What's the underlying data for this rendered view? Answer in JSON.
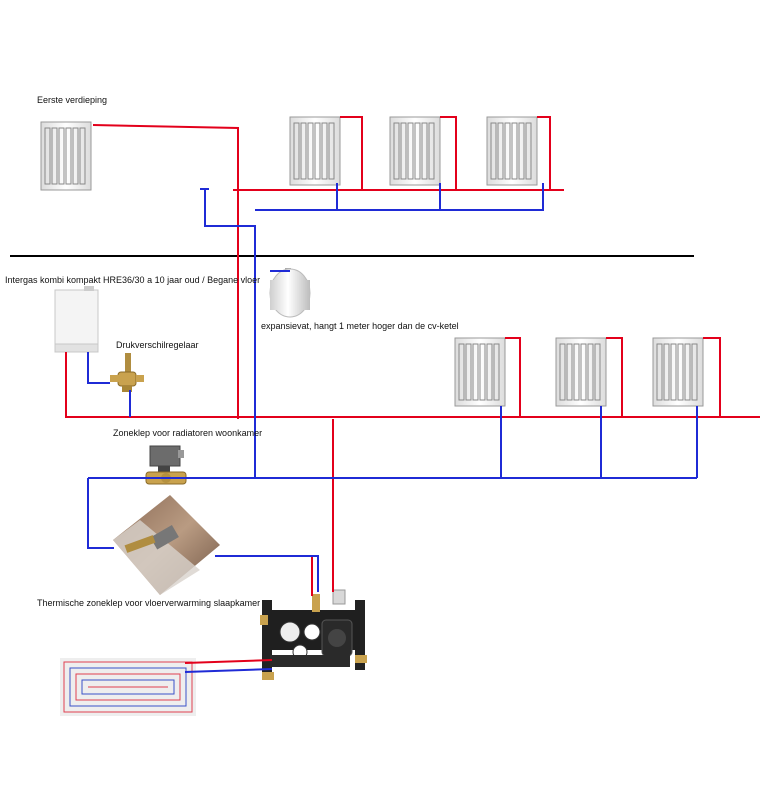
{
  "labels": {
    "first_floor": "Eerste verdieping",
    "boiler": "Intergas kombi kompakt HRE36/30 a 10 jaar oud / Begane vloer",
    "pressure_valve": "Drukverschilregelaar",
    "expansion_vessel": "expansievat, hangt 1 meter hoger dan de cv-ketel",
    "zone_valve": "Zoneklep voor radiatoren woonkamer",
    "thermal_zone_valve": "Thermische zoneklep voor vloerverwarming slaapkamer"
  },
  "colors": {
    "supply": "#e3001b",
    "return": "#1f2bd6",
    "floor_divider": "#000000",
    "radiator_fill": "#f2f2f2",
    "radiator_stroke": "#9a9a9a"
  },
  "icons": {
    "radiator": "radiator-icon",
    "boiler": "boiler-icon",
    "expansion_vessel": "expansion-vessel-icon",
    "pressure_valve": "pressure-valve-icon",
    "zone_valve": "zone-valve-icon",
    "thermal_valve": "thermal-valve-photo",
    "pump_group": "mixing-pump-group-icon",
    "floor_heating": "floor-heating-loop-icon"
  }
}
